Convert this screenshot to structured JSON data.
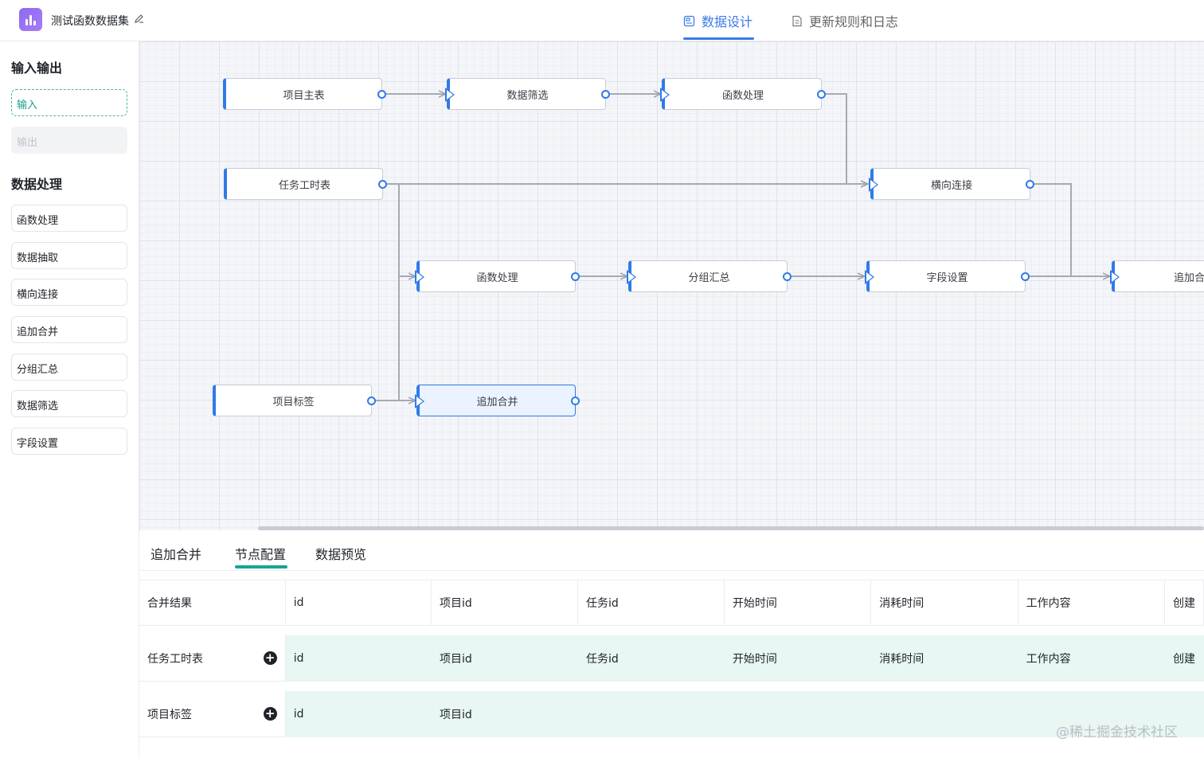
{
  "header": {
    "app_title": "测试函数数据集",
    "tabs": [
      {
        "label": "数据设计",
        "active": true
      },
      {
        "label": "更新规则和日志",
        "active": false
      }
    ]
  },
  "sidebar": {
    "io_heading": "输入输出",
    "io_items": [
      "输入",
      "输出"
    ],
    "process_heading": "数据处理",
    "process_items": [
      "函数处理",
      "数据抽取",
      "横向连接",
      "追加合并",
      "分组汇总",
      "数据筛选",
      "字段设置"
    ]
  },
  "canvas": {
    "nodes": [
      {
        "id": "n1",
        "label": "项目主表"
      },
      {
        "id": "n2",
        "label": "数据筛选"
      },
      {
        "id": "n3",
        "label": "函数处理"
      },
      {
        "id": "n4",
        "label": "任务工时表"
      },
      {
        "id": "n5",
        "label": "横向连接"
      },
      {
        "id": "n6",
        "label": "函数处理"
      },
      {
        "id": "n7",
        "label": "分组汇总"
      },
      {
        "id": "n8",
        "label": "字段设置"
      },
      {
        "id": "n9",
        "label": "追加合"
      },
      {
        "id": "n10",
        "label": "项目标签"
      },
      {
        "id": "n11",
        "label": "追加合并",
        "selected": true
      }
    ]
  },
  "panel": {
    "tabs": [
      "追加合并",
      "节点配置",
      "数据预览"
    ],
    "active_tab": "节点配置",
    "table": {
      "header": [
        "合并结果",
        "id",
        "项目id",
        "任务id",
        "开始时间",
        "消耗时间",
        "工作内容",
        "创建"
      ],
      "rows": [
        {
          "source": "任务工时表",
          "cells": [
            "id",
            "项目id",
            "任务id",
            "开始时间",
            "消耗时间",
            "工作内容",
            "创建"
          ]
        },
        {
          "source": "项目标签",
          "cells": [
            "id",
            "项目id",
            "",
            "",
            "",
            "",
            ""
          ]
        }
      ]
    }
  },
  "watermark": "@稀土掘金技术社区",
  "colors": {
    "accent": "#3a7ae8",
    "node_blue": "#2f7ae8",
    "teal": "#19a48f",
    "row_bg": "#e8f6f4"
  }
}
